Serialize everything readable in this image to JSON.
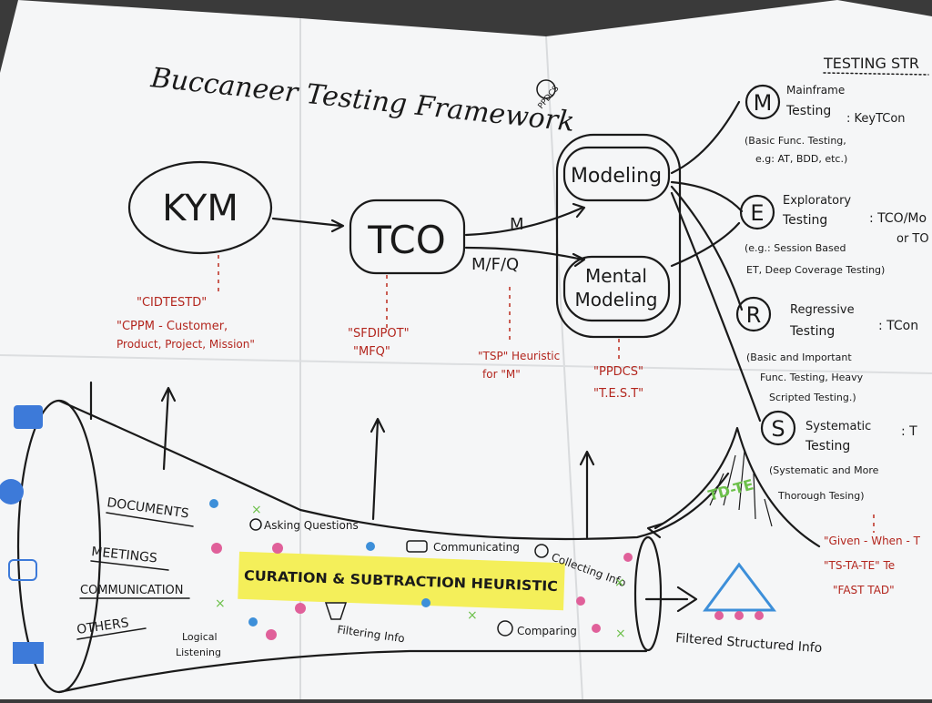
{
  "title": "Buccaneer Testing Framework",
  "stamp": "PPDCS",
  "nodes": {
    "kym": "KYM",
    "tco": "TCO",
    "modeling": "Modeling",
    "mental_line1": "Mental",
    "mental_line2": "Modeling"
  },
  "edge_labels": {
    "m": "M",
    "mfq": "M/F/Q"
  },
  "notes": {
    "kym_line1": "\"CIDTESTD\"",
    "kym_line2": "\"CPPM - Customer,",
    "kym_line3": "Product, Project, Mission\"",
    "tco_line1": "\"SFDIPOT\"",
    "tco_line2": "\"MFQ\"",
    "tsp_line1": "\"TSP\" Heuristic",
    "tsp_line2": "for \"M\"",
    "model_line1": "\"PPDCS\"",
    "model_line2": "\"T.E.S.T\""
  },
  "strategy": {
    "header": "TESTING STR",
    "m_letter": "M",
    "m_name1": "Mainframe",
    "m_name2": "Testing",
    "m_key": ": KeyTCon",
    "m_desc1": "(Basic Func. Testing,",
    "m_desc2": "e.g: AT, BDD, etc.)",
    "e_letter": "E",
    "e_name1": "Exploratory",
    "e_name2": "Testing",
    "e_key": ": TCO/Mo",
    "e_key2": "or TO",
    "e_desc1": "(e.g.: Session Based",
    "e_desc2": "ET, Deep Coverage Testing)",
    "r_letter": "R",
    "r_name1": "Regressive",
    "r_name2": "Testing",
    "r_key": ": TCon",
    "r_desc1": "(Basic and Important",
    "r_desc2": "Func. Testing, Heavy",
    "r_desc3": "Scripted Testing.)",
    "s_letter": "S",
    "s_name1": "Systematic",
    "s_name2": "Testing",
    "s_key": ": T",
    "s_desc1": "(Systematic and More",
    "s_desc2": "Thorough Tesing)",
    "red1": "\"Given - When - T",
    "red2": "\"TS-TA-TE\" Te",
    "red3": "\"FAST TAD\""
  },
  "funnel": {
    "inputs": [
      "DOCUMENTS",
      "MEETINGS",
      "COMMUNICATION",
      "OTHERS"
    ],
    "heuristic": "CURATION & SUBTRACTION HEURISTIC",
    "activities": {
      "asking": "Asking Questions",
      "communicating": "Communicating",
      "collecting": "Collecting Info",
      "listening1": "Logical",
      "listening2": "Listening",
      "filtering": "Filtering Info",
      "comparing": "Comparing"
    },
    "tdte": "TD-TE",
    "output": "Filtered Structured Info"
  },
  "colors": {
    "ink": "#1a1a1a",
    "note_red": "#b3261e",
    "highlight": "#f4ef5a",
    "dot_pink": "#e0609a",
    "dot_blue": "#3d8fd9",
    "dot_green": "#6cc04a"
  }
}
